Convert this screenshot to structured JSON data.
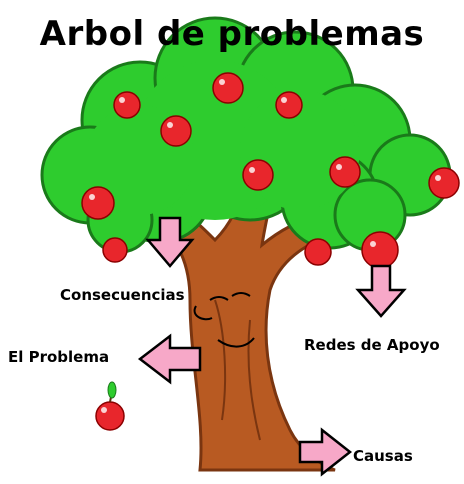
{
  "title": "Arbol de problemas",
  "labels": {
    "consecuencias": "Consecuencias",
    "problema": "El Problema",
    "redes": "Redes de Apoyo",
    "causas": "Causas"
  },
  "colors": {
    "foliage": "#2ecc2e",
    "foliage_dark": "#1f9e1f",
    "trunk": "#b85a22",
    "trunk_dark": "#7a3510",
    "apple": "#e8262c",
    "arrow_fill": "#f7a8c8",
    "arrow_stroke": "#000000"
  }
}
